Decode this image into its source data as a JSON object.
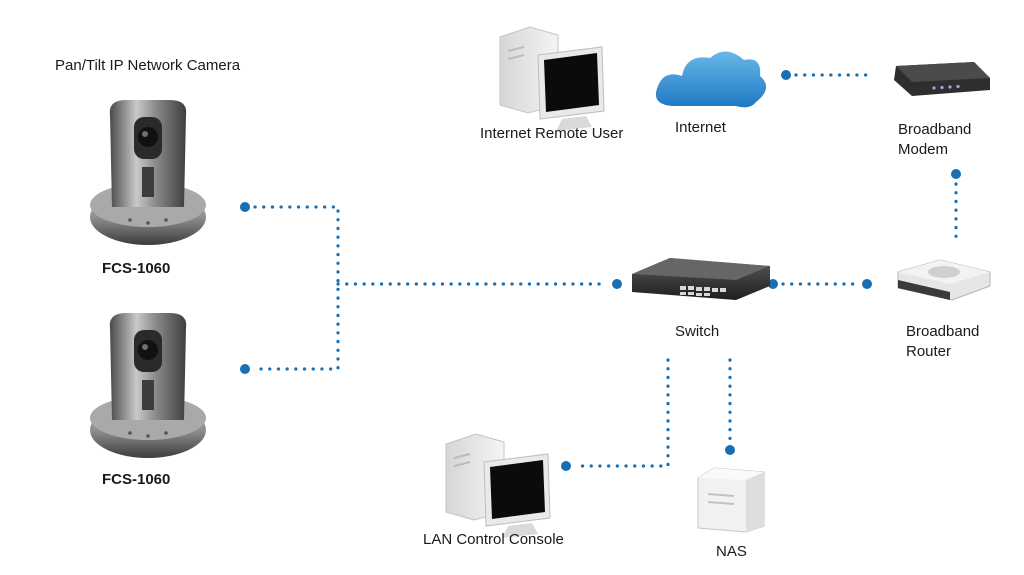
{
  "diagram": {
    "title": "Pan/Tilt IP Network Camera",
    "link_color": "#1a6fb3",
    "nodes": {
      "camera_1": {
        "label": "FCS-1060",
        "icon": "ptz-camera-icon"
      },
      "camera_2": {
        "label": "FCS-1060",
        "icon": "ptz-camera-icon"
      },
      "remote_user": {
        "label": "Internet Remote User",
        "icon": "desktop-computer-icon"
      },
      "internet": {
        "label": "Internet",
        "icon": "cloud-icon"
      },
      "modem": {
        "label_line1": "Broadband",
        "label_line2": "Modem",
        "icon": "modem-icon"
      },
      "switch": {
        "label": "Switch",
        "icon": "network-switch-icon"
      },
      "router": {
        "label_line1": "Broadband",
        "label_line2": "Router",
        "icon": "router-icon"
      },
      "lan_console": {
        "label": "LAN Control  Console",
        "icon": "desktop-computer-icon"
      },
      "nas": {
        "label": "NAS",
        "icon": "nas-storage-icon"
      }
    }
  }
}
